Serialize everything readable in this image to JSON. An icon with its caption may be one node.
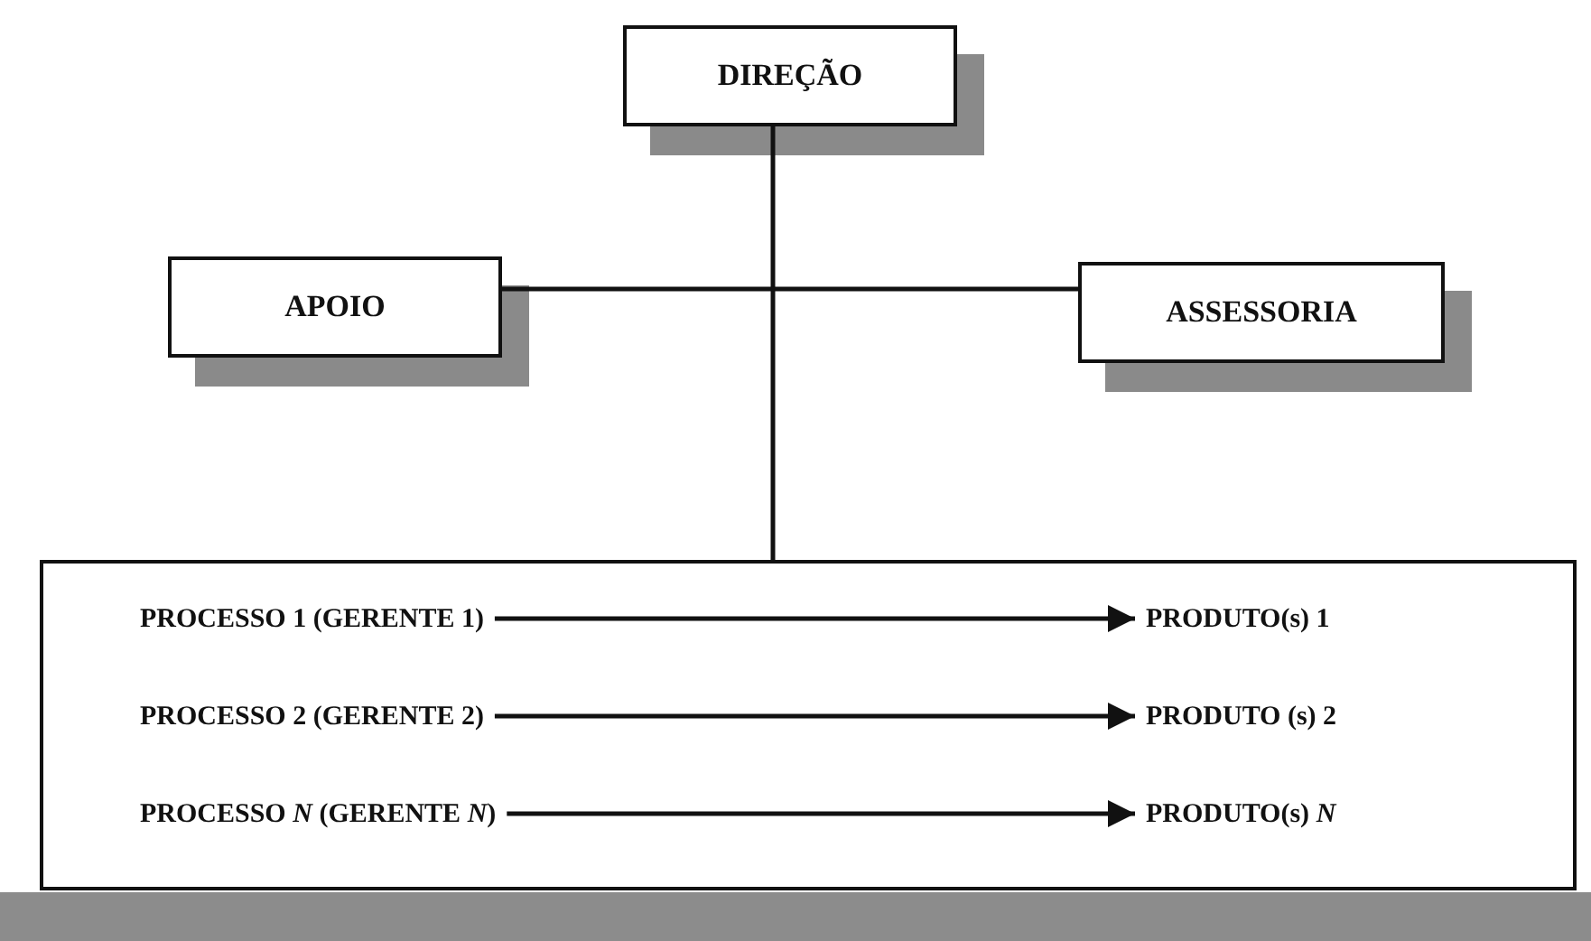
{
  "diagram": {
    "nodes": [
      {
        "text": [
          "DIREÇÃO"
        ]
      },
      {
        "text": [
          "APOIO"
        ]
      },
      {
        "text": [
          "ASSESSORIA"
        ]
      },
      {
        "text": [],
        "shape": "box"
      },
      {
        "text": [
          "PROCESSO 1 (GERENTE 1)"
        ],
        "in": 3
      },
      {
        "text": [
          "PRODUTO(s) 1"
        ],
        "in": 3
      },
      {
        "text": [
          "PROCESSO 2 (GERENTE 2)"
        ],
        "in": 3
      },
      {
        "text": [
          "PRODUTO (s) 2"
        ],
        "in": 3
      },
      {
        "text": [
          "PROCESSO *N* (GERENTE *N*)"
        ],
        "in": 3
      },
      {
        "text": [
          "PRODUTO(s) *N*"
        ],
        "in": 3
      }
    ],
    "edges": [
      {
        "from": 0,
        "to": 3,
        "arrow": "none"
      },
      {
        "from": 1,
        "to": 2,
        "arrow": "none"
      },
      {
        "from": 4,
        "to": 5,
        "arrow": "to"
      },
      {
        "from": 6,
        "to": 7,
        "arrow": "to"
      },
      {
        "from": 8,
        "to": 9,
        "arrow": "to"
      }
    ]
  }
}
